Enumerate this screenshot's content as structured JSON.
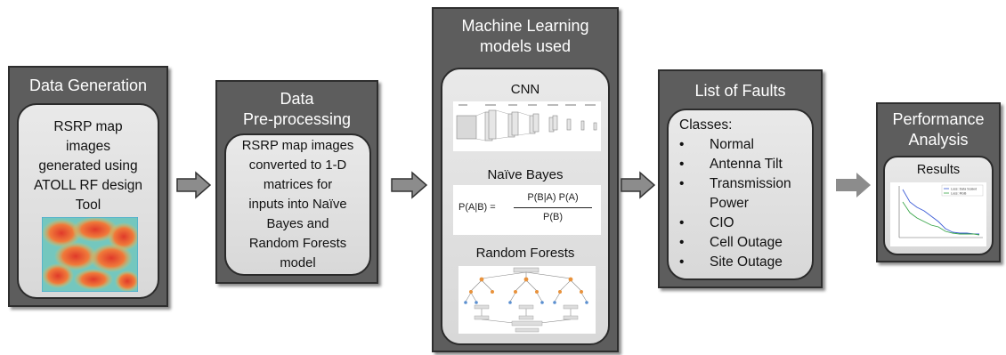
{
  "stages": {
    "data_generation": {
      "title": "Data Generation",
      "body": [
        "RSRP map",
        "images",
        "generated using",
        "ATOLL RF design",
        "Tool"
      ]
    },
    "preprocessing": {
      "title": [
        "Data",
        "Pre-processing"
      ],
      "body": [
        "RSRP map images",
        "converted to 1-D",
        "matrices for",
        "inputs into Naïve",
        "Bayes and",
        "Random Forests",
        "model"
      ]
    },
    "ml_models": {
      "title": [
        "Machine Learning",
        "models used"
      ],
      "models": [
        "CNN",
        "Naïve Bayes",
        "Random Forests"
      ],
      "bayes_formula": {
        "lhs": "P(A|B) =",
        "numerator": "P(B|A) P(A)",
        "denominator": "P(B)"
      }
    },
    "faults": {
      "title": "List of Faults",
      "classes_label": "Classes:",
      "items": [
        [
          "Normal"
        ],
        [
          "Antenna Tilt"
        ],
        [
          "Transmission",
          "Power"
        ],
        [
          "CIO"
        ],
        [
          "Cell Outage"
        ],
        [
          "Site Outage"
        ]
      ]
    },
    "performance": {
      "title": [
        "Performance",
        "Analysis"
      ],
      "results_label": "Results",
      "legend": [
        "Loss: Data Scaled",
        "Loss: RGB"
      ]
    }
  },
  "colors": {
    "stage_fill": "#5d5d5d",
    "stage_text": "#ffffff",
    "inner_fill": "#e2e2e2",
    "arrow": "#8c8c8c"
  },
  "icons": [
    "right-arrow-icon",
    "heatmap-image",
    "cnn-architecture-image",
    "random-forest-image",
    "results-chart-image"
  ]
}
